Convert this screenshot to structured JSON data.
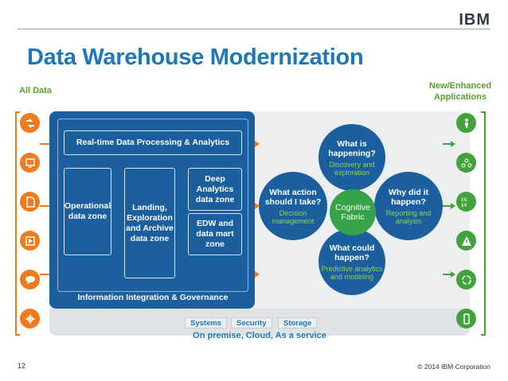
{
  "header": {
    "logo": "IBM",
    "title": "Data Warehouse Modernization"
  },
  "labels": {
    "all_data": "All Data",
    "new_apps": "New/Enhanced Applications"
  },
  "left_icons": [
    "flow-icon",
    "monitor-icon",
    "document-icon",
    "video-icon",
    "speech-bubble-icon",
    "satellite-icon"
  ],
  "right_icons": [
    "person-icon",
    "network-icon",
    "currency-icon",
    "warning-icon",
    "cycle-icon",
    "phone-icon"
  ],
  "blue_panel": {
    "realtime": "Real-time Data Processing & Analytics",
    "operational": "Operational data zone",
    "landing": "Landing, Exploration and Archive data zone",
    "deep": "Deep Analytics data zone",
    "edw": "EDW and data mart zone",
    "governance": "Information Integration & Governance"
  },
  "cognitive": {
    "center": "Cognitive Fabric",
    "happening": {
      "question": "What is happening?",
      "sub": "Discovery and exploration"
    },
    "action": {
      "question": "What action should I take?",
      "sub": "Decision management"
    },
    "why": {
      "question": "Why did it happen?",
      "sub": "Reporting and analysis"
    },
    "could": {
      "question": "What could happen?",
      "sub": "Predictive analytics and modeling"
    }
  },
  "bottom": {
    "tags": [
      "Systems",
      "Security",
      "Storage"
    ],
    "caption": "On premise, Cloud, As a service"
  },
  "footer": {
    "page": "12",
    "copyright": "© 2014 IBM Corporation"
  },
  "colors": {
    "title_blue": "#1f78b4",
    "panel_blue": "#1c5f9e",
    "orange": "#f07a1e",
    "green": "#44a23c",
    "lime": "#8fd14f"
  }
}
